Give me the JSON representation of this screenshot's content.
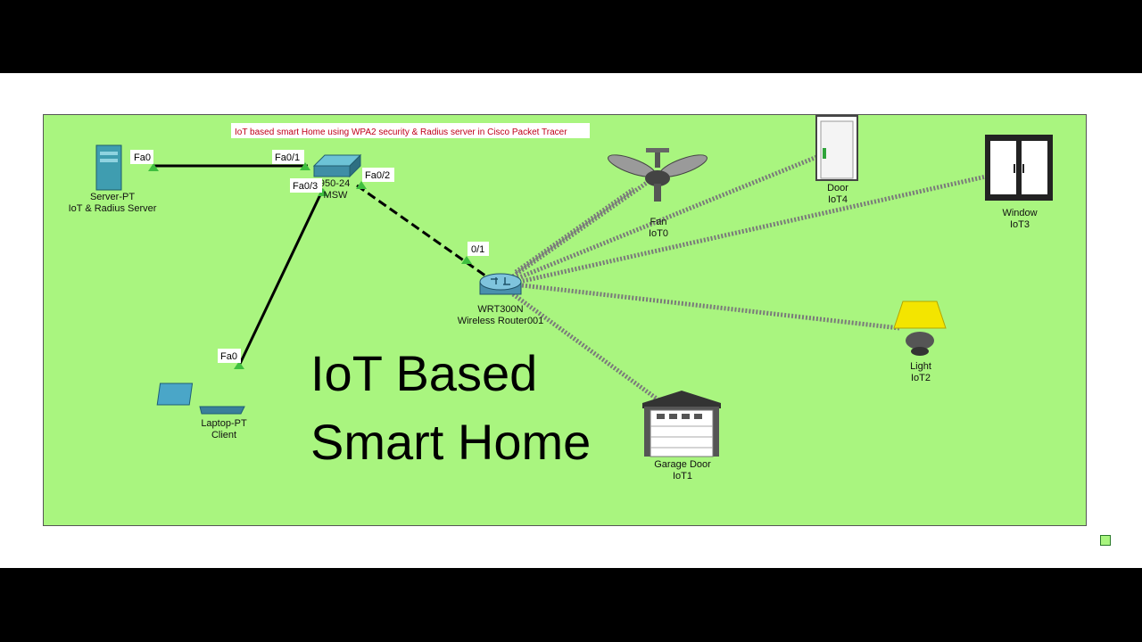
{
  "note": "IoT based smart Home using WPA2 security & Radius server in Cisco Packet Tracer",
  "title": {
    "line1": "IoT Based",
    "line2": "Smart Home"
  },
  "devices": {
    "server": {
      "type": "Server-PT",
      "name": "IoT & Radius Server",
      "port": "Fa0"
    },
    "switch": {
      "type": "2950-24",
      "name": "MSW",
      "port_server": "Fa0/1",
      "port_laptop": "Fa0/3",
      "port_router": "Fa0/2"
    },
    "laptop": {
      "type": "Laptop-PT",
      "name": "Client",
      "port": "Fa0"
    },
    "router": {
      "type": "WRT300N",
      "name": "Wireless Router001",
      "port": "0/1"
    },
    "fan": {
      "type": "Fan",
      "name": "IoT0"
    },
    "door": {
      "type": "Door",
      "name": "IoT4"
    },
    "window": {
      "type": "Window",
      "name": "IoT3"
    },
    "light": {
      "type": "Light",
      "name": "IoT2"
    },
    "garage": {
      "type": "Garage Door",
      "name": "IoT1"
    }
  },
  "colors": {
    "workspace": "#a9f57f",
    "note_text": "#c0001a",
    "link": "#000000",
    "wireless": "#8a8a8a"
  }
}
